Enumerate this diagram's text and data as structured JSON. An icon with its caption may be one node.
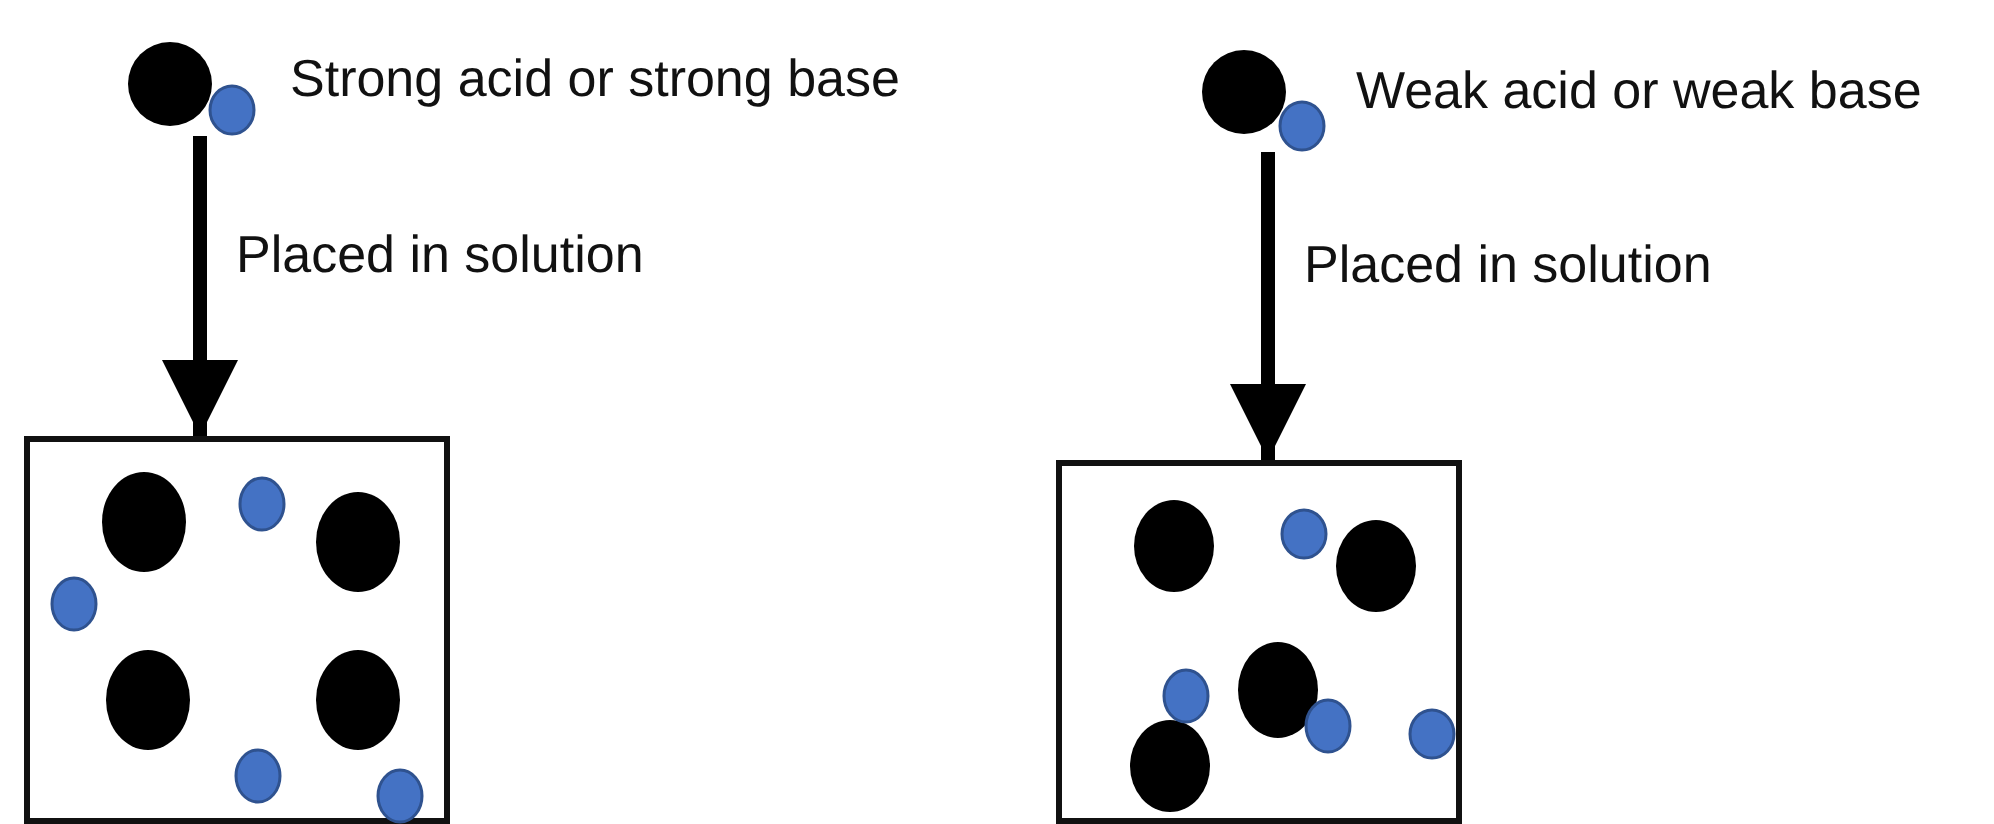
{
  "diagram": {
    "nodes": [
      {
        "text": [],
        "shape": "circle",
        "beside": [
          "Strong acid or strong base"
        ]
      },
      {
        "text": [],
        "shape": "box"
      },
      {
        "text": [],
        "shape": "circle",
        "beside": [
          "Weak acid or weak base"
        ]
      },
      {
        "text": [],
        "shape": "box"
      }
    ],
    "edges": [
      {
        "from": 0,
        "to": 1,
        "arrow": "to",
        "label": "Placed in solution"
      },
      {
        "from": 2,
        "to": 3,
        "arrow": "to",
        "label": "Placed in solution"
      }
    ]
  }
}
